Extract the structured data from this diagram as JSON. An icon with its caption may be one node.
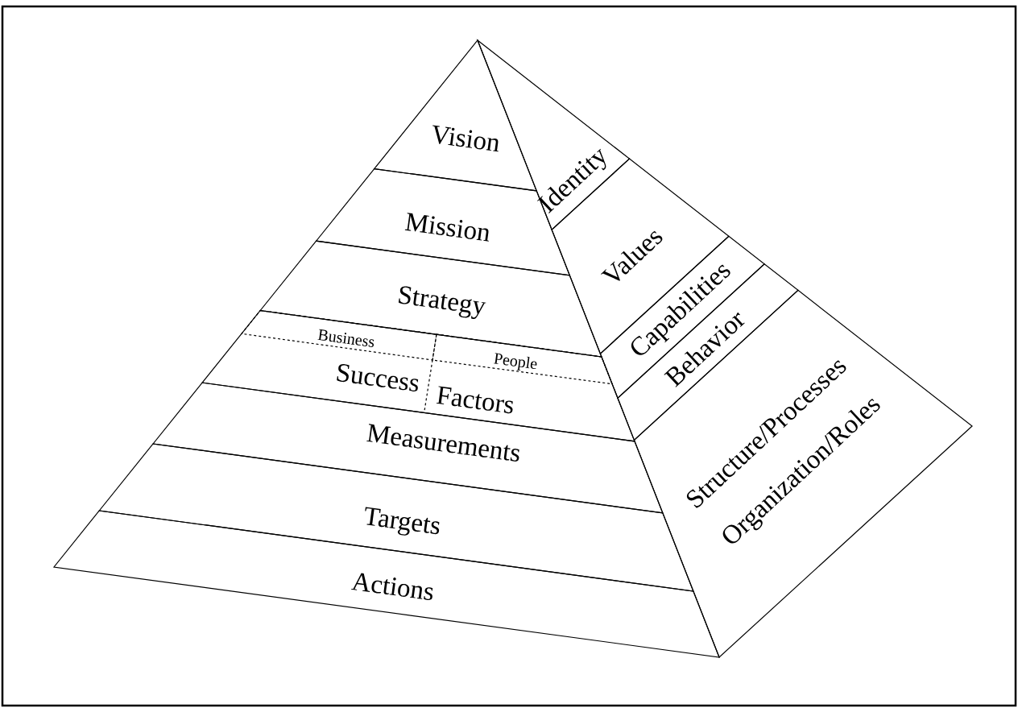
{
  "diagram": {
    "nodes": [
      {
        "text": [
          "Vision"
        ]
      },
      {
        "text": [
          "Mission"
        ]
      },
      {
        "text": [
          "Strategy"
        ]
      },
      {
        "text": [
          "Success",
          "Factors"
        ]
      },
      {
        "text": [
          "Business"
        ],
        "in": 3
      },
      {
        "text": [
          "People"
        ],
        "in": 3
      },
      {
        "text": [
          "Measurements"
        ]
      },
      {
        "text": [
          "Targets"
        ]
      },
      {
        "text": [
          "Actions"
        ]
      },
      {
        "text": [
          "Identity"
        ]
      },
      {
        "text": [
          "Values"
        ]
      },
      {
        "text": [
          "Capabilities"
        ]
      },
      {
        "text": [
          "Behavior"
        ]
      },
      {
        "text": [
          "Structure/Processes",
          "Organization/Roles"
        ]
      }
    ]
  }
}
